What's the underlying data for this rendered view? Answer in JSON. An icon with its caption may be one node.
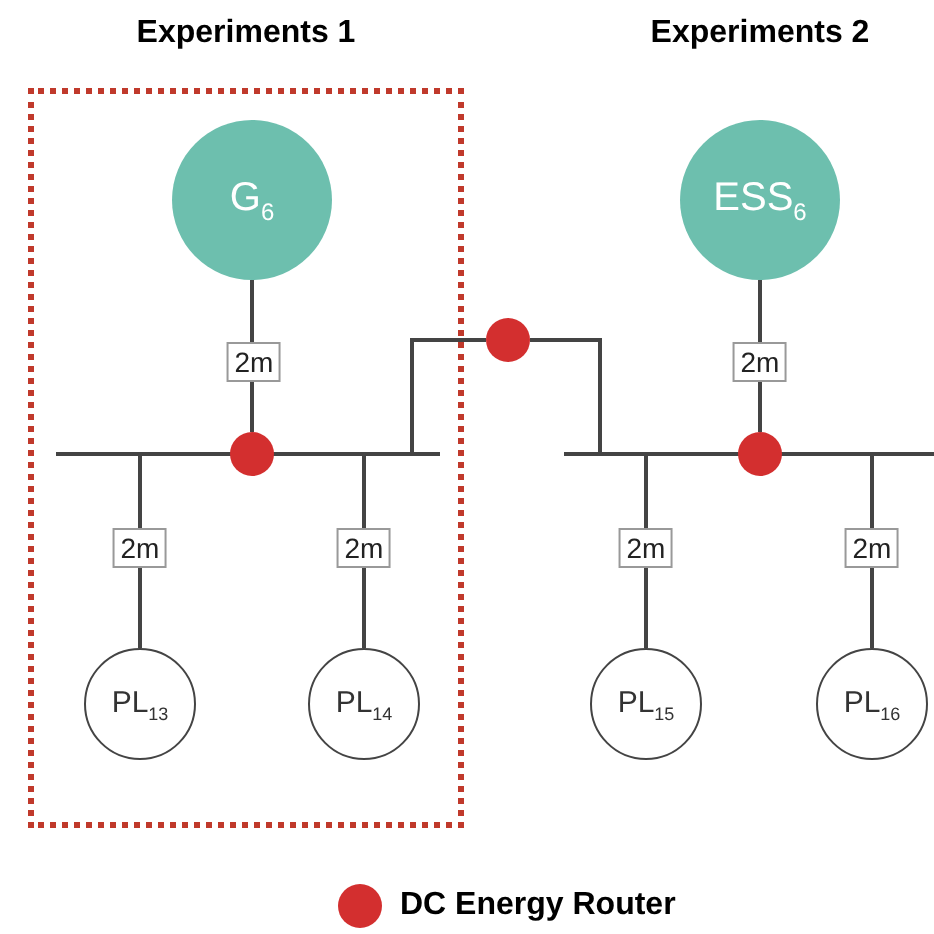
{
  "diagram": {
    "nodes": [
      {
        "text": [
          "Experiments 1"
        ]
      },
      {
        "text": [
          "G$_{6}$"
        ],
        "in": 0
      },
      {
        "text": [],
        "shape": "circle",
        "in": 0
      },
      {
        "text": [
          "PL$_{13}$"
        ],
        "in": 0
      },
      {
        "text": [
          "PL$_{14}$"
        ],
        "in": 0
      },
      {
        "text": [],
        "shape": "circle"
      },
      {
        "text": [
          "ESS$_{6}$"
        ]
      },
      {
        "text": [],
        "shape": "circle"
      },
      {
        "text": [
          "PL$_{15}$"
        ]
      },
      {
        "text": [
          "PL$_{16}$"
        ]
      }
    ],
    "edges": [
      {
        "from": 1,
        "to": 2,
        "arrow": "none",
        "label": "2m"
      },
      {
        "from": 2,
        "to": 3,
        "arrow": "none",
        "label": "2m"
      },
      {
        "from": 2,
        "to": 4,
        "arrow": "none",
        "label": "2m"
      },
      {
        "from": 2,
        "to": 5,
        "arrow": "none"
      },
      {
        "from": 5,
        "to": 7,
        "arrow": "none"
      },
      {
        "from": 6,
        "to": 7,
        "arrow": "none",
        "label": "2m"
      },
      {
        "from": 7,
        "to": 8,
        "arrow": "none",
        "label": "2m"
      },
      {
        "from": 7,
        "to": 9,
        "arrow": "none",
        "label": "2m"
      }
    ],
    "labels": [
      "Experiments 2"
    ],
    "legend": [
      {
        "text": "DC Energy Router",
        "color": "#d32f2f"
      }
    ]
  }
}
